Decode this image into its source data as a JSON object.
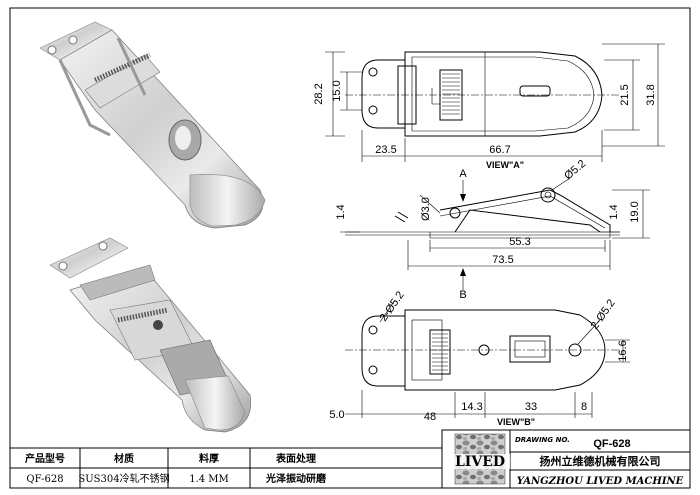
{
  "view_a": {
    "label": "VIEW\"A\"",
    "dims": [
      "28.2",
      "15.0",
      "21.5",
      "31.8",
      "23.5",
      "66.7"
    ]
  },
  "side_view": {
    "arrow_a": "A",
    "arrow_b": "B",
    "dims": [
      "Ø3.0",
      "Ø5.2",
      "1.4",
      "1.4",
      "19.0",
      "55.3",
      "73.5"
    ]
  },
  "view_b": {
    "label": "VIEW\"B\"",
    "dims": [
      "2-Ø5.2",
      "2-Ø5.2",
      "16.6",
      "5.0",
      "48",
      "14.3",
      "33",
      "8"
    ]
  },
  "spec_table": {
    "headers": [
      "产品型号",
      "材质",
      "料厚",
      "表面处理"
    ],
    "values": [
      "QF-628",
      "SUS304冷轧不锈钢",
      "1.4 MM",
      "光泽振动研磨"
    ]
  },
  "title_block": {
    "drawing_no_label": "DRAWING NO.",
    "drawing_no": "QF-628",
    "logo_text": "LIVED",
    "company_cn": "扬州立维德机械有限公司",
    "company_en": "YANGZHOU LIVED MACHINE"
  }
}
